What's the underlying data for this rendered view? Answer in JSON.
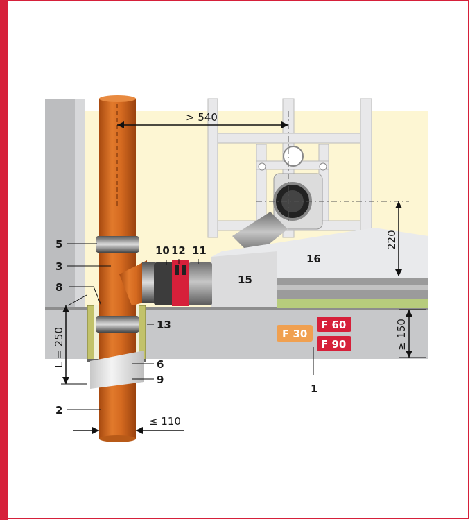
{
  "colors": {
    "accent": "#d6203a",
    "pipe": "#d2691e",
    "wall": "#fdf6d3",
    "badge_f30": "#f0a050",
    "badge_red": "#d6203a"
  },
  "labels": {
    "n1": "1",
    "n2": "2",
    "n3": "3",
    "n5": "5",
    "n6": "6",
    "n8": "8",
    "n9": "9",
    "n10": "10",
    "n11": "11",
    "n12": "12",
    "n13": "13",
    "n15": "15",
    "n16": "16"
  },
  "dimensions": {
    "d540": "> 540",
    "d220": "220",
    "d150": "≥ 150",
    "d250": "L = 250",
    "d110": "≤ 110"
  },
  "ratings": {
    "f30": "F 30",
    "f60": "F 60",
    "f90": "F 90"
  }
}
